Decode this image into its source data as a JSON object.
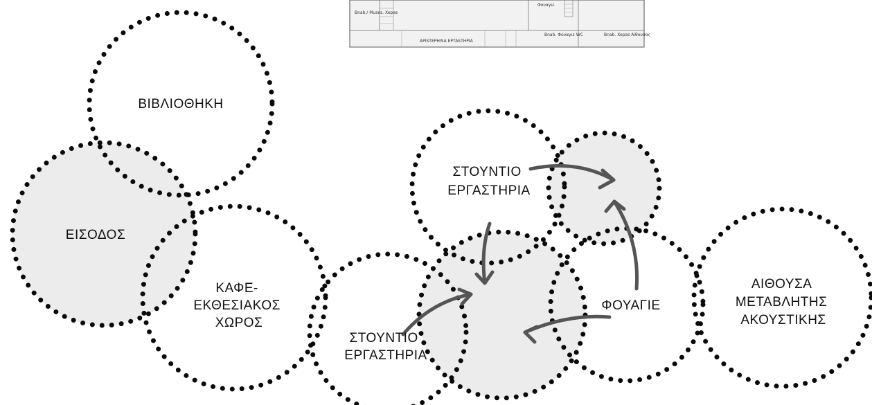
{
  "colors": {
    "dot": "#0a0a0a",
    "shade": "#ececec",
    "arrow": "#555555",
    "text": "#111111"
  },
  "sketch": {
    "entrance_label": "Bnab./ Muses. Xepas",
    "workshop_label": "APISTEPHISA EPTASTHPIA",
    "foyer_top_label": "Φουαγιε",
    "foyer_wc_label": "Bnab. Φουαγιε WC",
    "hall_label": "Bnab. Xepas Aiθoυσας"
  },
  "bubbles": {
    "library": "ΒΙΒΛΙΟΘΗΚΗ",
    "entrance": "ΕΙΣΟΔΟΣ",
    "cafe": [
      "ΚΑΦΕ-",
      "ΕΚΘΕΣΙΑΚΟΣ",
      "ΧΩΡΟΣ"
    ],
    "studio_top": [
      "ΣΤΟΥΝΤΙΟ",
      "ΕΡΓΑΣΤΗΡΙΑ"
    ],
    "studio_bottom": [
      "ΣΤΟΥΝΤΙΟ",
      "ΕΡΓΑΣΤΗΡΙΑ"
    ],
    "foyer": "ΦΟΥΑΓΙΕ",
    "hall": [
      "ΑΙΘΟΥΣΑ",
      "ΜΕΤΑΒΛΗΤΗΣ",
      "ΑΚΟΥΣΤΙΚΗΣ"
    ]
  }
}
